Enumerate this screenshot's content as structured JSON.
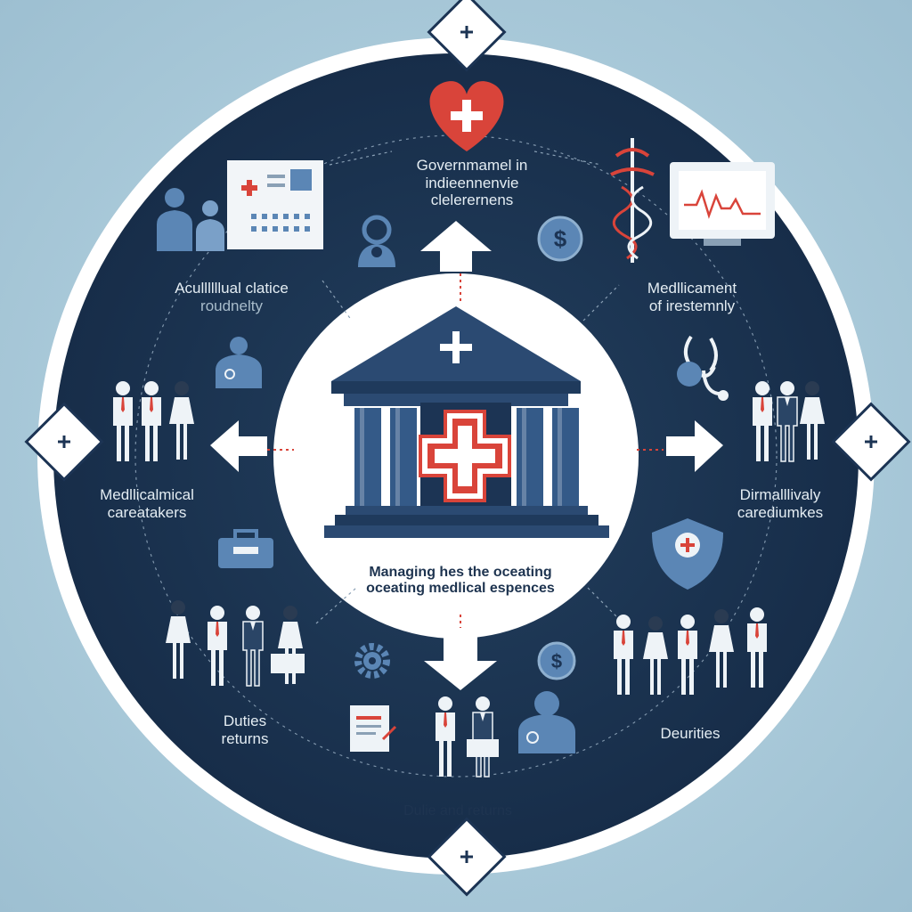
{
  "labels": {
    "top": [
      "Governmamel in",
      "indieennenvie",
      "clelerernens"
    ],
    "upper_left": [
      "Acullllllual clatice",
      "roudnelty"
    ],
    "upper_right": [
      "Medllicament",
      "of irestemnly"
    ],
    "left": [
      "Medllicalmical",
      "careatakers"
    ],
    "right": [
      "Dirmalllivaly",
      "carediumkes"
    ],
    "center": [
      "Managing hes the oceating",
      "oceating medlical espences"
    ],
    "lower_left": [
      "Duties",
      "returns"
    ],
    "lower_right": [
      "Deurities"
    ],
    "bottom": [
      "Dulie and returns"
    ]
  },
  "colors": {
    "background": "#aacada",
    "ring": "#ffffff",
    "disk": "#1c3454",
    "center": "#ffffff",
    "accent": "#d9443a",
    "building": "#2b4a72"
  }
}
